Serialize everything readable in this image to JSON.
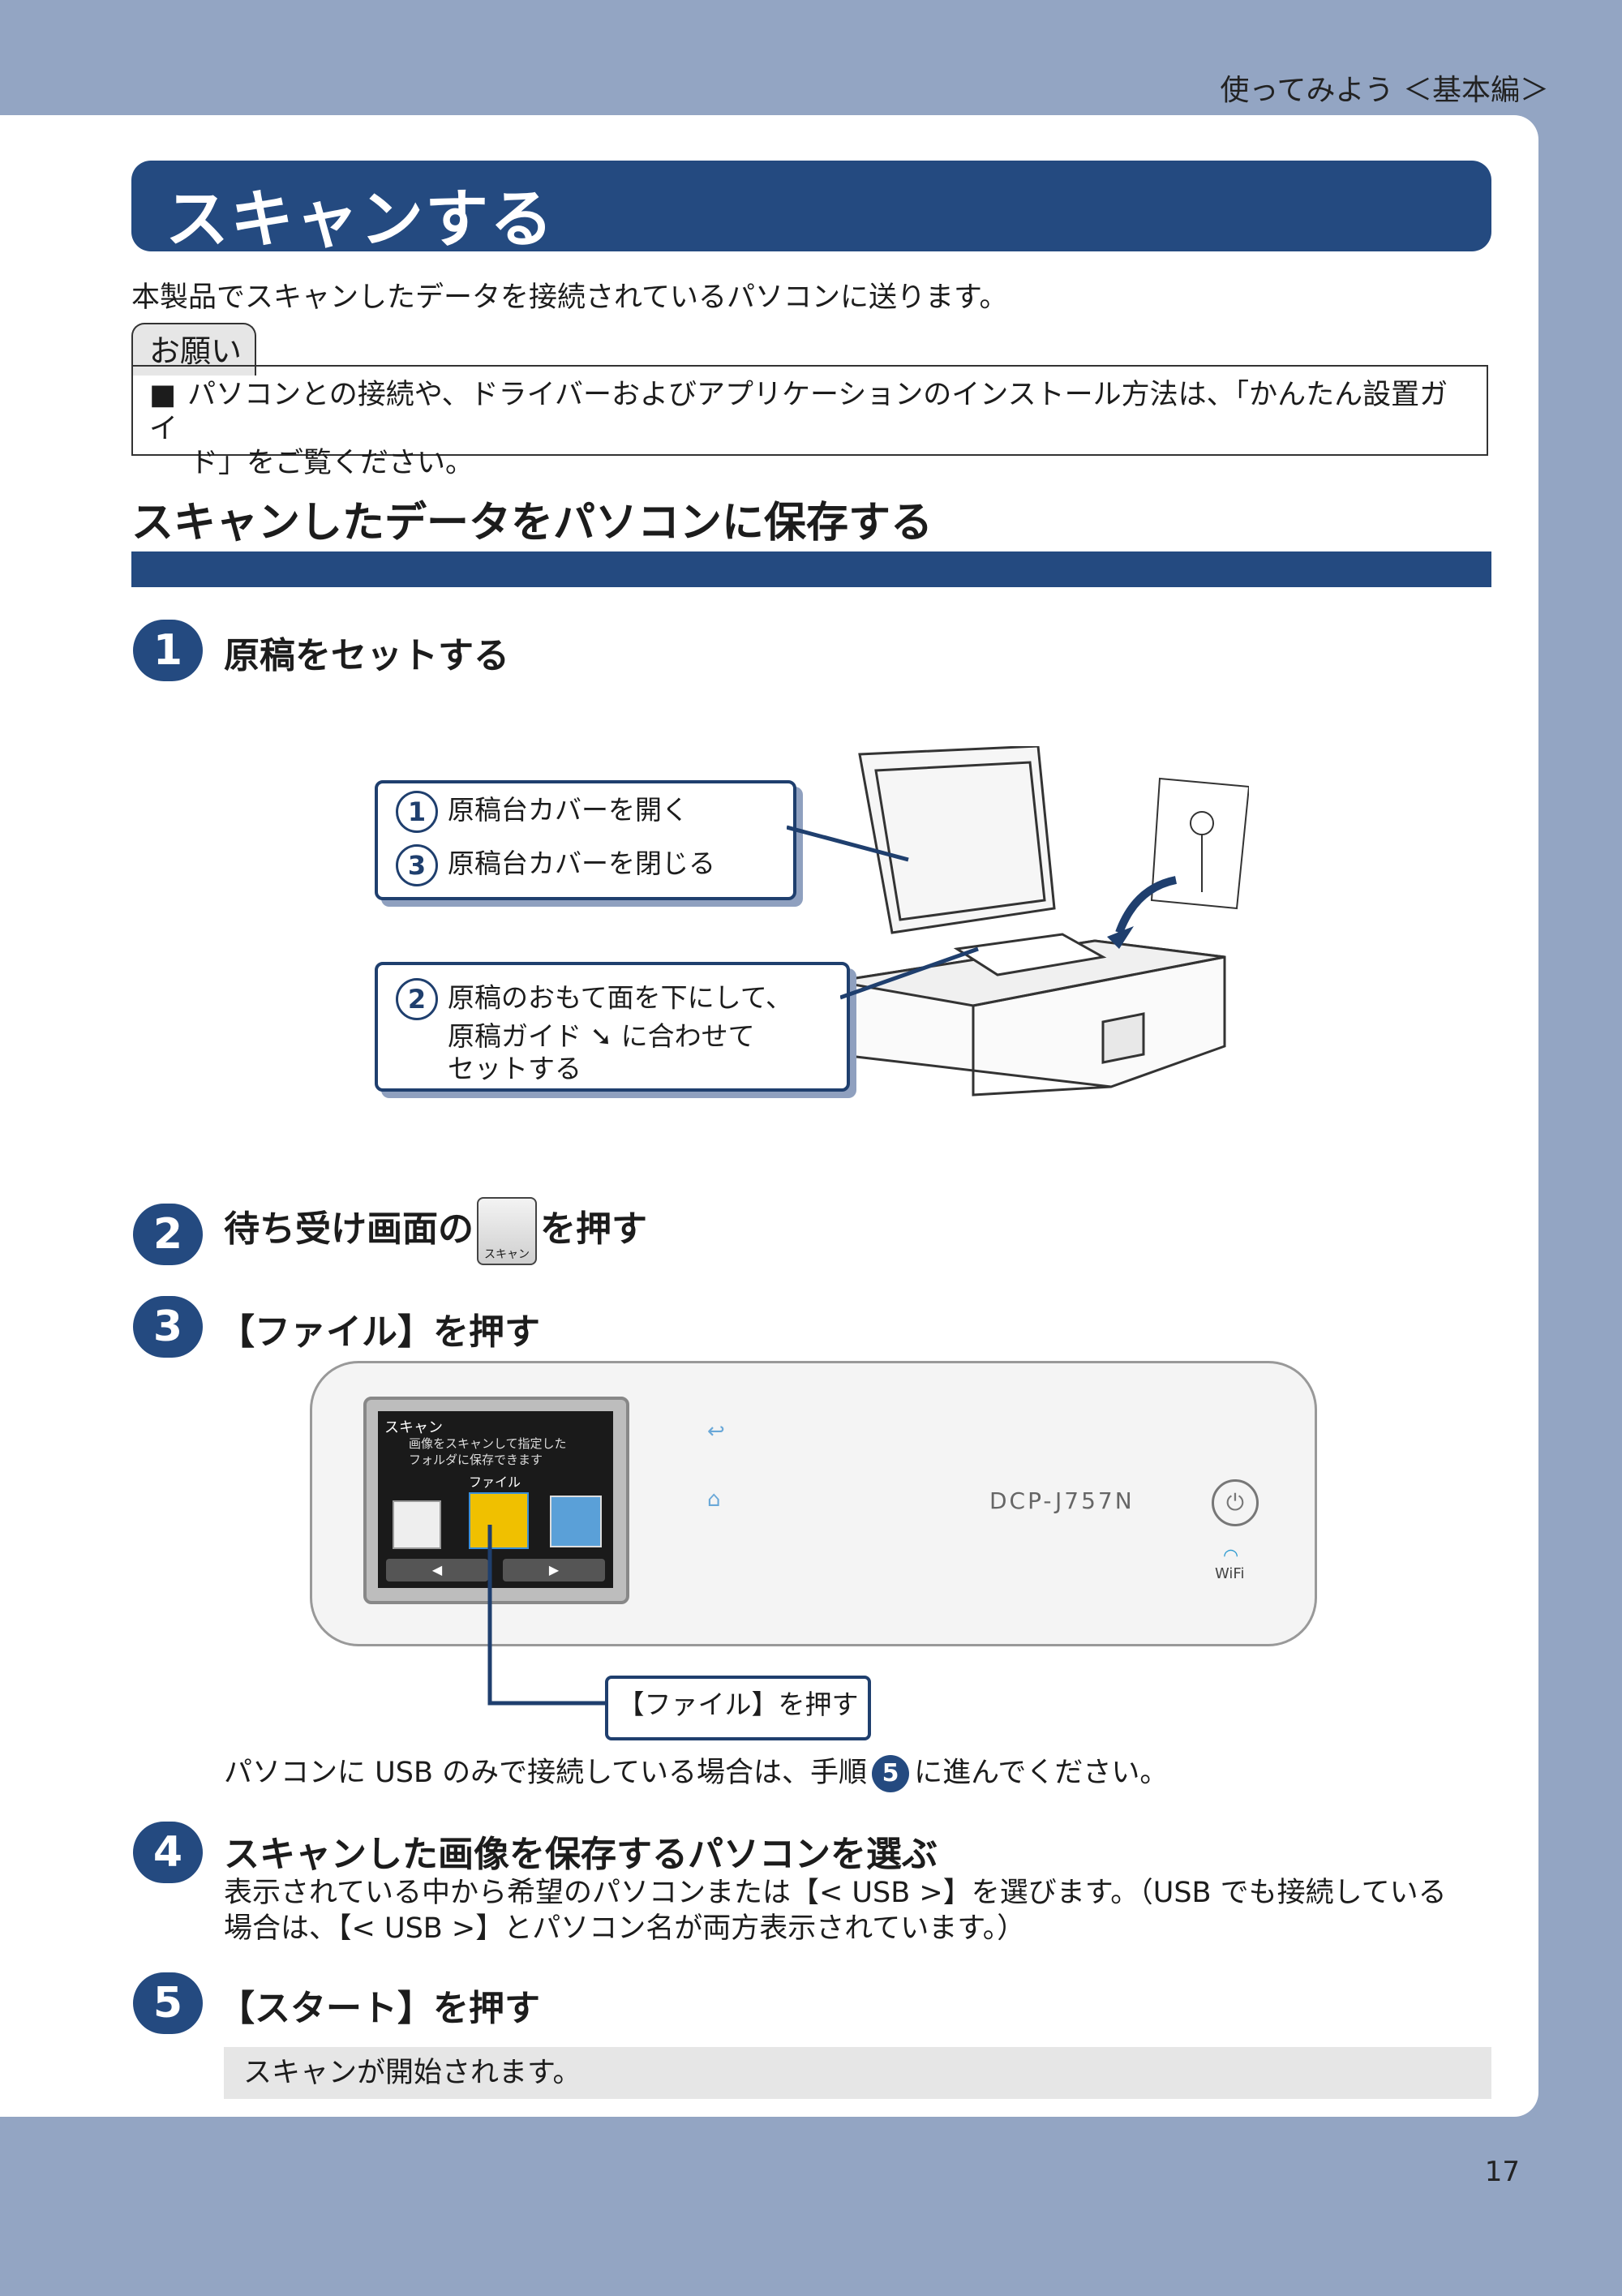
{
  "header": {
    "text": "使ってみよう ＜基本編＞"
  },
  "page_number": "17",
  "title": "スキャンする",
  "intro": "本製品でスキャンしたデータを接続されているパソコンに送ります。",
  "note": {
    "tab": "お願い",
    "bullet": "■",
    "line1": "パソコンとの接続や、ドライバーおよびアプリケーションのインストール方法は、「かんたん設置ガイ",
    "line2": "ド」をご覧ください。"
  },
  "section_title": "スキャンしたデータをパソコンに保存する",
  "steps": [
    {
      "num": "1",
      "title": "原稿をセットする"
    },
    {
      "num": "2",
      "title_before": "待ち受け画面の",
      "title_after": "を押す",
      "icon_label": "スキャン"
    },
    {
      "num": "3",
      "title": "【ファイル】を押す"
    },
    {
      "num": "4",
      "title": "スキャンした画像を保存するパソコンを選ぶ"
    },
    {
      "num": "5",
      "title": "【スタート】を押す"
    }
  ],
  "callouts": {
    "c1_num": "1",
    "c1": "原稿台カバーを開く",
    "c3_num": "3",
    "c3": "原稿台カバーを閉じる",
    "c2_num": "2",
    "c2_line1": "原稿のおもて面を下にして、",
    "c2_line2_a": "原稿ガイド",
    "c2_arrow": "➘",
    "c2_line2_b": "に合わせて",
    "c2_line3": "セットする"
  },
  "lcd": {
    "title": "スキャン",
    "line1": "画像をスキャンして指定した",
    "line2": "フォルダに保存できます",
    "selected": "ファイル",
    "left": "◀",
    "right": "▶"
  },
  "panel": {
    "model": "DCP-J757N",
    "wifi": "WiFi",
    "power": "⏻",
    "back": "↩",
    "home": "⌂"
  },
  "file_callout": "【ファイル】を押す",
  "usb_note_a": "パソコンに USB のみで接続している場合は、手順",
  "usb_note_step": "5",
  "usb_note_b": "に進んでください。",
  "step4_body_line1": "表示されている中から希望のパソコンまたは【< USB >】を選びます。（USB でも接続している",
  "step4_body_line2": "場合は、【< USB >】とパソコン名が両方表示されています。）",
  "step5_result": "スキャンが開始されます。"
}
